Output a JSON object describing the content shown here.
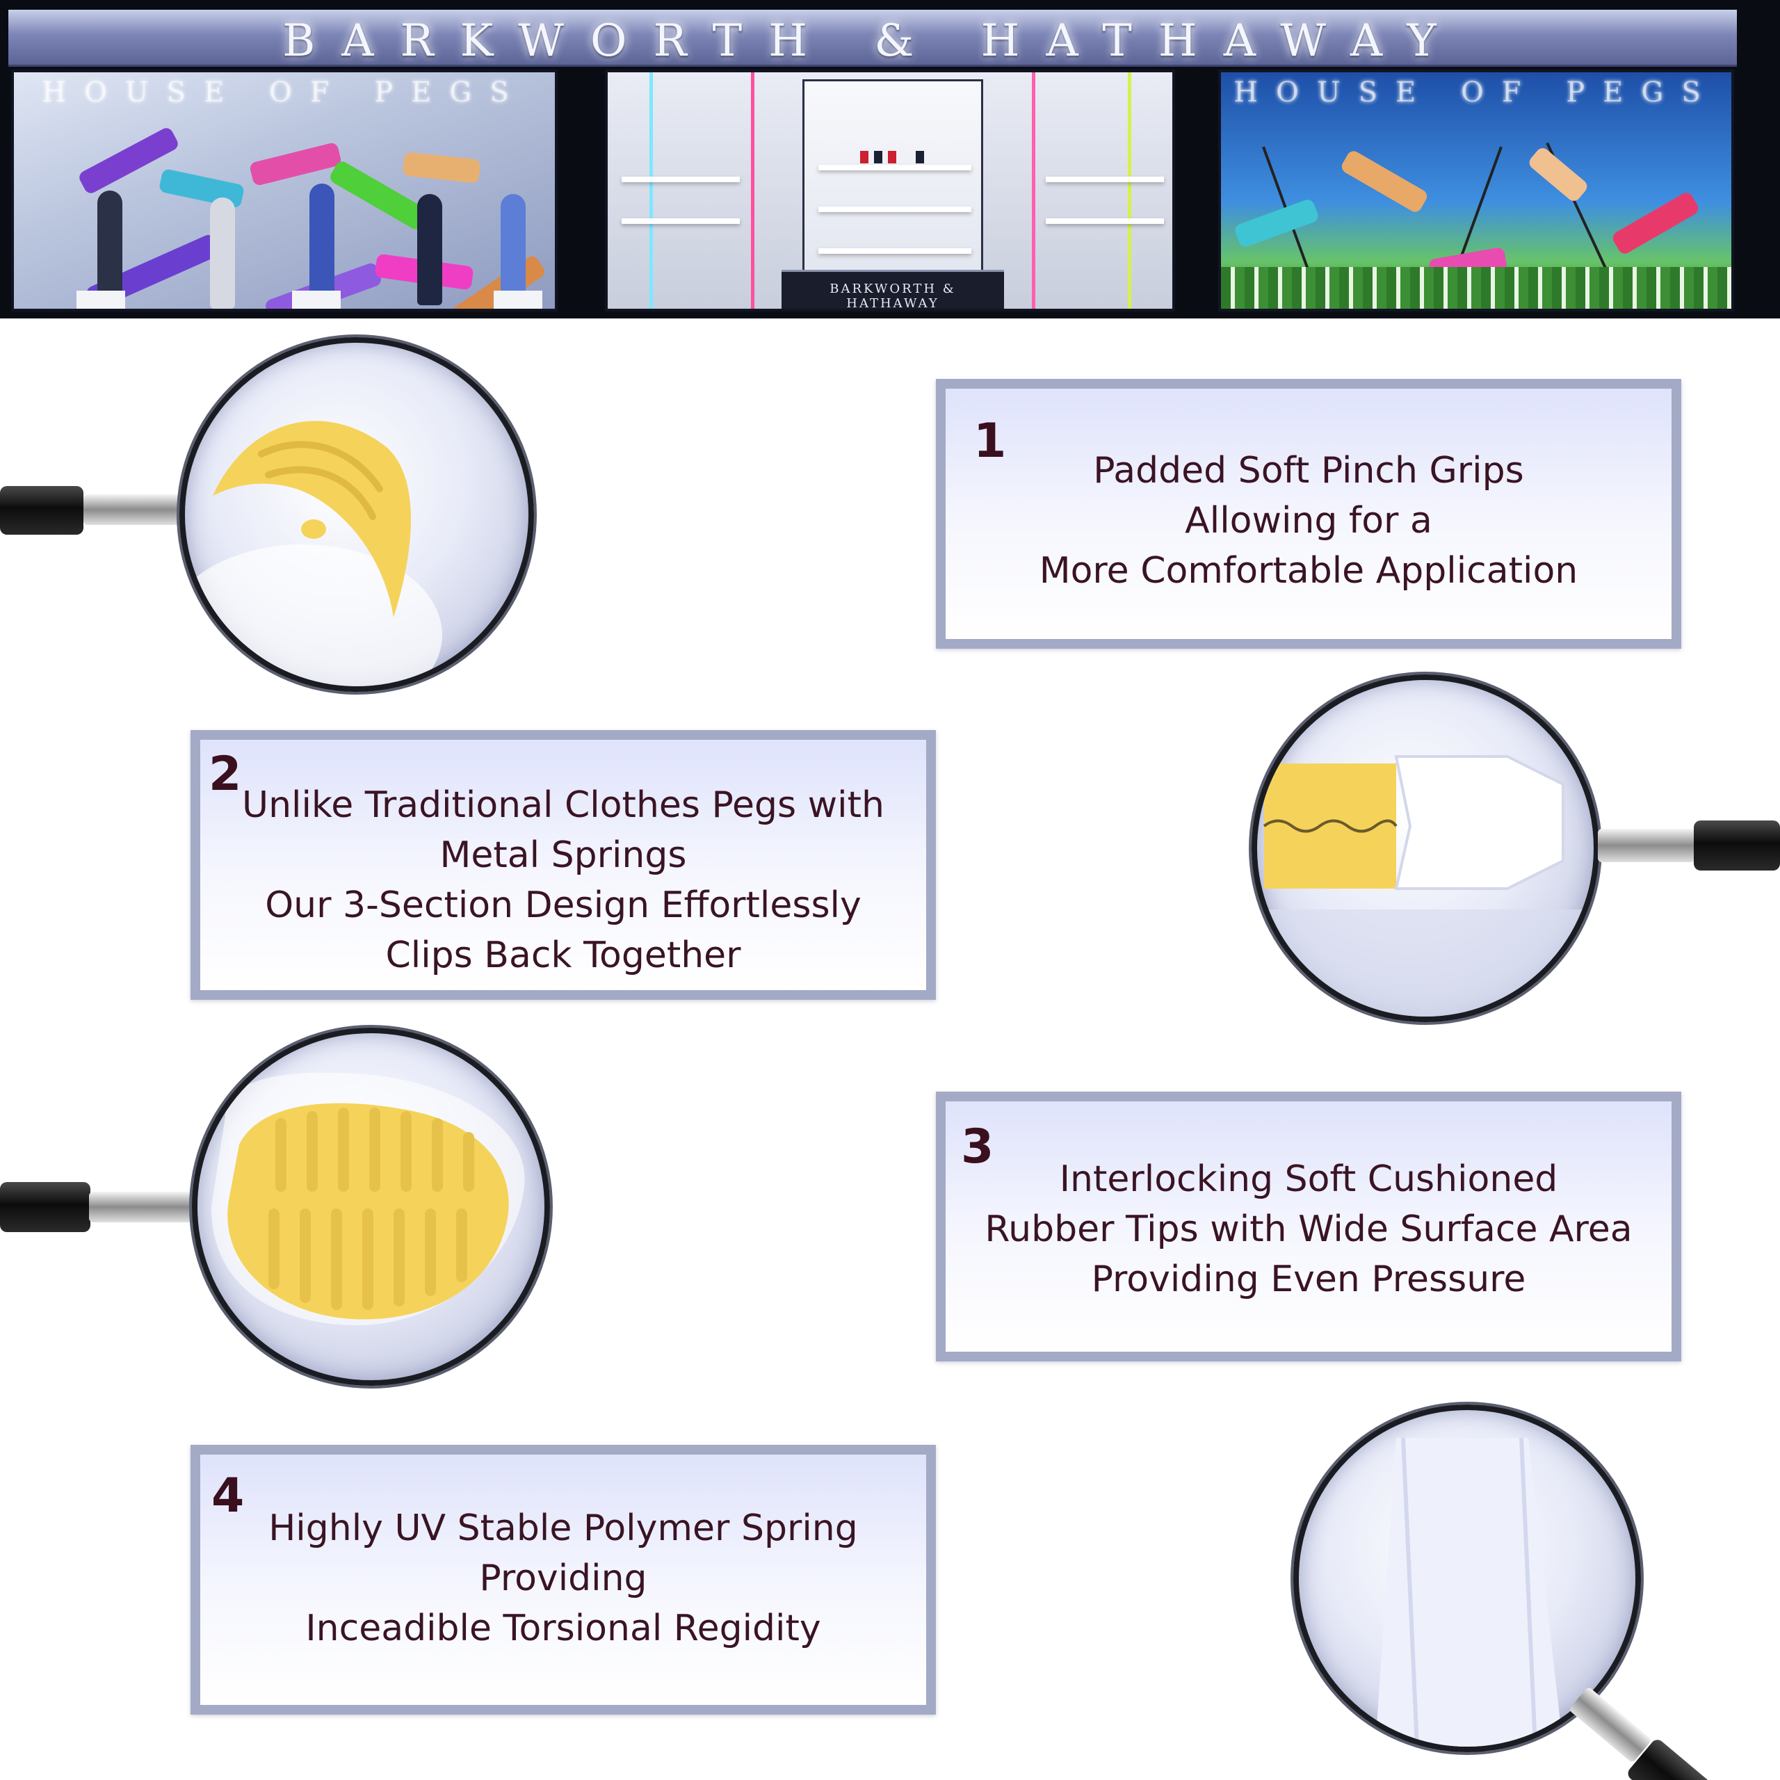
{
  "storefront": {
    "sign_text": "BARKWORTH & HATHAWAY",
    "window_caption_left": "HOUSE OF PEGS",
    "window_caption_right": "HOUSE OF PEGS",
    "counter_text": "BARKWORTH & HATHAWAY"
  },
  "features": [
    {
      "number": "1",
      "lines": [
        "Padded Soft Pinch Grips",
        "Allowing for a",
        "More Comfortable Application"
      ]
    },
    {
      "number": "2",
      "lines": [
        "Unlike Traditional Clothes Pegs with",
        "Metal Springs",
        "Our 3-Section Design Effortlessly",
        "Clips Back Together"
      ]
    },
    {
      "number": "3",
      "lines": [
        "Interlocking Soft Cushioned",
        "Rubber Tips with Wide Surface Area",
        "Providing Even Pressure"
      ]
    },
    {
      "number": "4",
      "lines": [
        "Highly UV Stable Polymer Spring",
        "Providing",
        "Inceadible Torsional Regidity"
      ]
    }
  ],
  "colors": {
    "panel_border": "#a3aac6",
    "number_text": "#3a0f1e",
    "body_text": "#3a1424",
    "grip_yellow": "#f5d35a"
  },
  "icons": {
    "magnifier": "magnifying-glass-icon"
  }
}
